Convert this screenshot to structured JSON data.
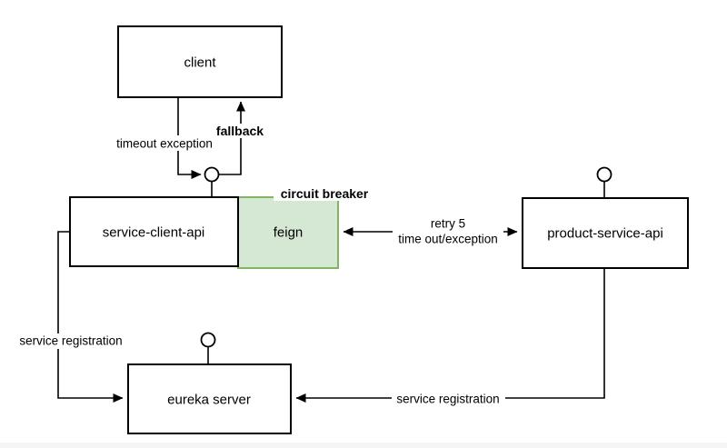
{
  "diagram": {
    "nodes": {
      "client": {
        "label": "client"
      },
      "service_client_api": {
        "label": "service-client-api"
      },
      "feign": {
        "label": "feign"
      },
      "product_service_api": {
        "label": "product-service-api"
      },
      "eureka_server": {
        "label": "eureka server"
      }
    },
    "labels": {
      "timeout_exception": "timeout exception",
      "fallback": "fallback",
      "circuit_breaker": "circuit breaker",
      "retry": "retry 5",
      "retry_condition": "time out/exception",
      "service_registration_left": "service registration",
      "service_registration_bottom": "service registration"
    },
    "colors": {
      "line": "#000000",
      "text": "#000000",
      "node_fill": "#ffffff",
      "node_border": "#000000",
      "feign_fill": "#d5e8d4",
      "feign_border": "#82b366",
      "background": "#ffffff",
      "label_bg": "#ffffff",
      "bottom_strip": "#f5f5f5"
    }
  }
}
